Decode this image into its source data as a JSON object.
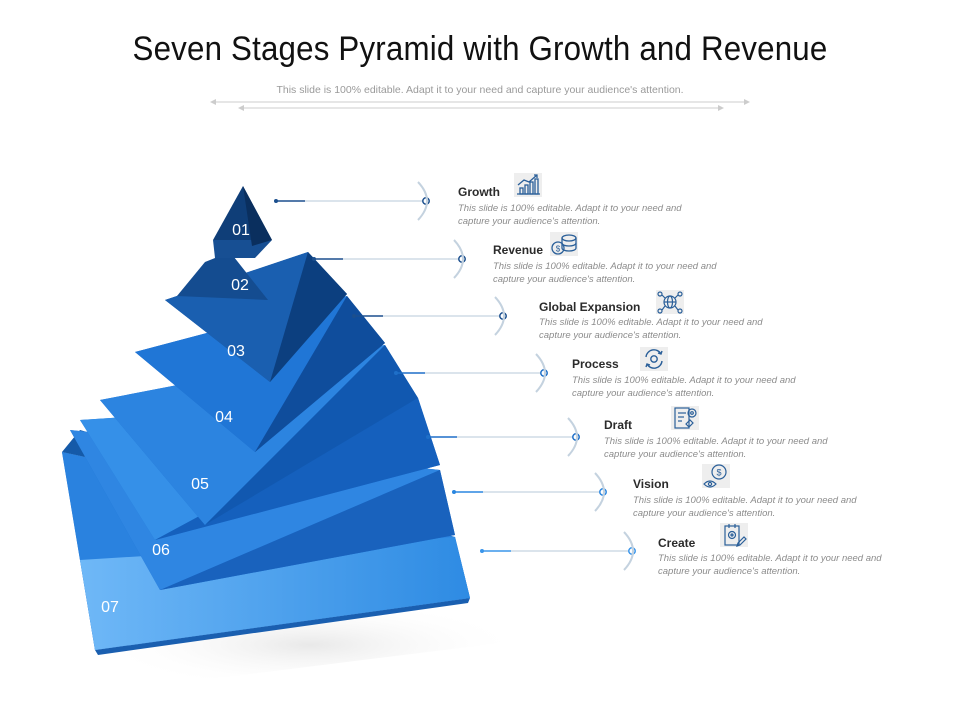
{
  "header": {
    "title": "Seven Stages Pyramid with Growth and Revenue",
    "subtitle": "This slide is 100% editable. Adapt it to your need and capture your audience's attention."
  },
  "colors": {
    "accent": "#1f77d6",
    "deep": "#0d3f7a",
    "connector": "#9db3c7",
    "marker": "#2a5f99"
  },
  "stages": [
    {
      "number": "01",
      "label": "Growth",
      "icon": "growth-chart-icon",
      "description": "This slide is 100% editable. Adapt it to your need and capture your audience's attention."
    },
    {
      "number": "02",
      "label": "Revenue",
      "icon": "coins-dollar-icon",
      "description": "This slide is 100% editable. Adapt it to your need and capture your audience's attention."
    },
    {
      "number": "03",
      "label": "Global Expansion",
      "icon": "globe-network-icon",
      "description": "This slide is 100% editable. Adapt it to your need and capture your audience's attention."
    },
    {
      "number": "04",
      "label": "Process",
      "icon": "process-cycle-icon",
      "description": "This slide is 100% editable. Adapt it to your need and capture your audience's attention."
    },
    {
      "number": "05",
      "label": "Draft",
      "icon": "draft-document-icon",
      "description": "This slide is 100% editable. Adapt it to your need and capture your audience's attention."
    },
    {
      "number": "06",
      "label": "Vision",
      "icon": "vision-dollar-icon",
      "description": "This slide is 100% editable. Adapt it to your need and capture your audience's attention."
    },
    {
      "number": "07",
      "label": "Create",
      "icon": "create-document-icon",
      "description": "This slide is 100% editable. Adapt it to your need and capture your audience's attention."
    }
  ]
}
